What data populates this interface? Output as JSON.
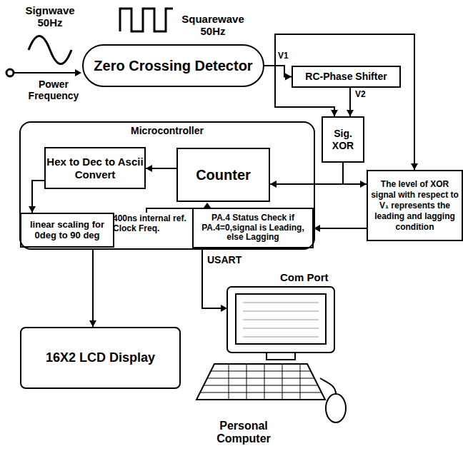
{
  "diagram": {
    "nodes": [
      {
        "text": [
          "Zero Crossing Detector"
        ]
      },
      {
        "text": [
          "RC-Phase Shifter"
        ]
      },
      {
        "text": [
          "Sig. XOR"
        ]
      },
      {
        "text": [
          "Microcontroller"
        ]
      },
      {
        "text": [
          "Counter"
        ],
        "in": 3
      },
      {
        "text": [
          "Hex to Dec to Ascii Convert"
        ],
        "in": 3
      },
      {
        "text": [
          "linear scaling for 0deg to 90 deg"
        ],
        "in": 3
      },
      {
        "text": [
          "PA.4 Status Check if PA.4=0,signal is Leading, else Lagging"
        ],
        "in": 3
      },
      {
        "text": [
          "The level of XOR signal with respect to V₁ represents the leading and lagging condition"
        ]
      },
      {
        "text": [
          "16X2 LCD Display"
        ]
      }
    ],
    "edges": [
      {
        "from": 0,
        "to": 1,
        "arrow": "to"
      },
      {
        "from": 0,
        "to": 2,
        "arrow": "to"
      },
      {
        "from": 1,
        "to": 2,
        "arrow": "to"
      },
      {
        "from": 0,
        "to": 8,
        "arrow": "to"
      },
      {
        "from": 2,
        "to": 4,
        "arrow": "to"
      },
      {
        "from": 2,
        "to": 8,
        "arrow": "to"
      },
      {
        "from": 8,
        "to": 7,
        "arrow": "to"
      },
      {
        "from": 4,
        "to": 5,
        "arrow": "to"
      },
      {
        "from": 5,
        "to": 6,
        "arrow": "to"
      },
      {
        "from": 3,
        "to": 9,
        "arrow": "to"
      }
    ],
    "labels": [
      "Signwave 50Hz",
      "Squarewave 50Hz",
      "Power Frequency",
      "V1",
      "V2",
      "400ns internal ref. Clock Freq.",
      "USART",
      "Com Port",
      "Personal Computer"
    ]
  }
}
